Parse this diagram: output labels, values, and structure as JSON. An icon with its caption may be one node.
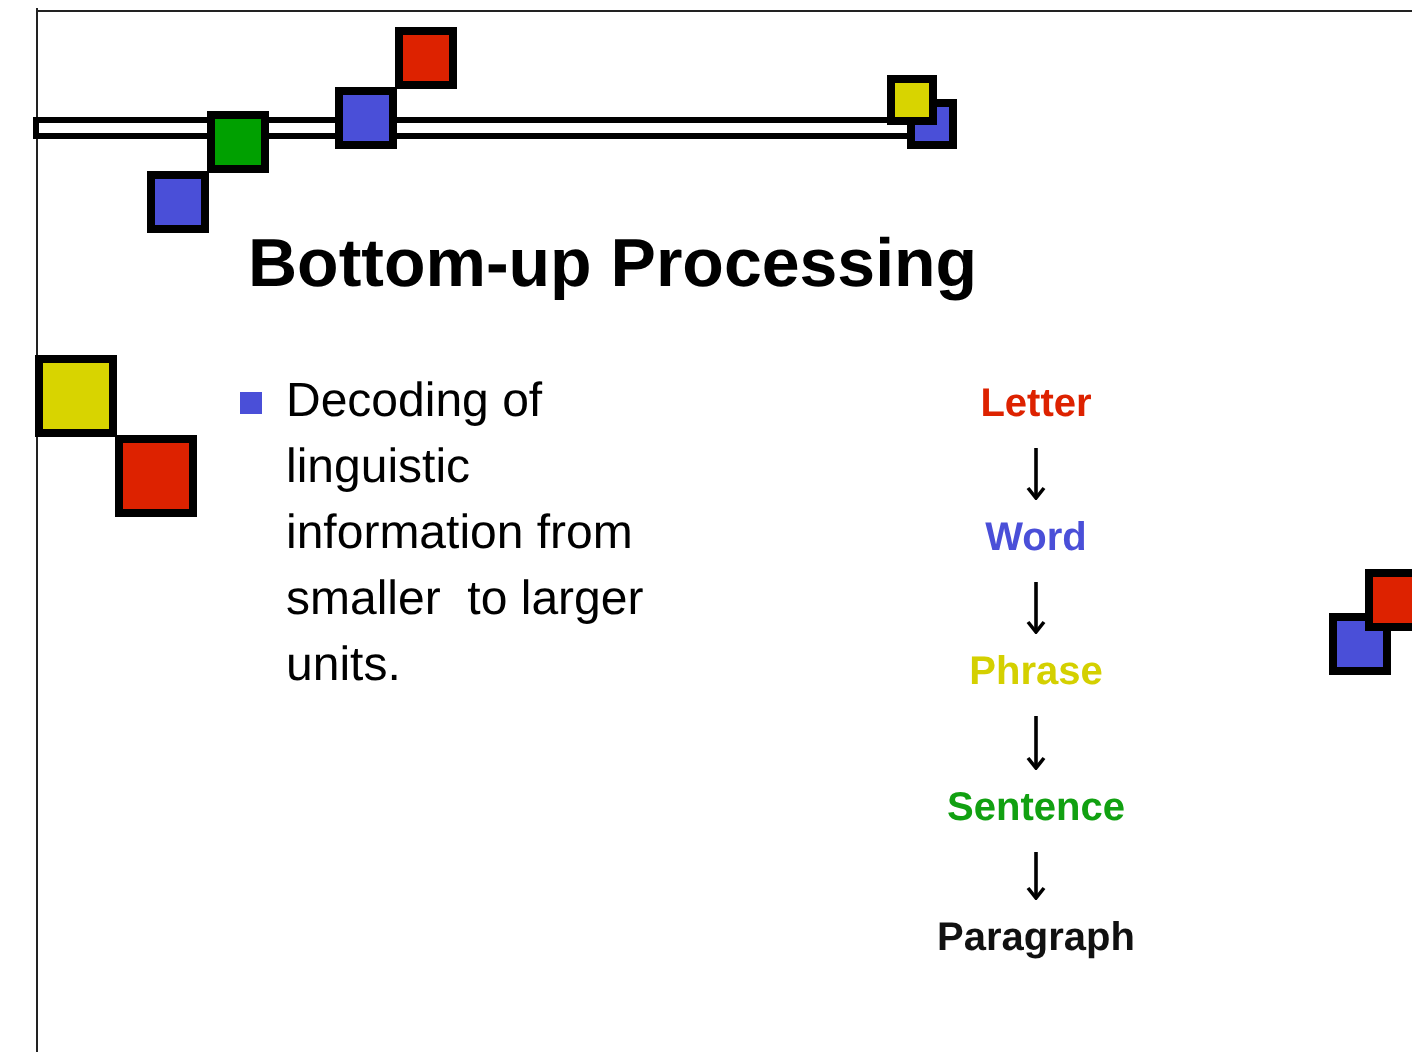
{
  "diagram": {
    "title": "Bottom-up Processing",
    "nodes": [
      {
        "text": [
          "Letter"
        ]
      },
      {
        "text": [
          "Word"
        ]
      },
      {
        "text": [
          "Phrase"
        ]
      },
      {
        "text": [
          "Sentence"
        ]
      },
      {
        "text": [
          "Paragraph"
        ]
      }
    ],
    "edges": [
      {
        "from": 0,
        "to": 1,
        "arrow": "to"
      },
      {
        "from": 1,
        "to": 2,
        "arrow": "to"
      },
      {
        "from": 2,
        "to": 3,
        "arrow": "to"
      },
      {
        "from": 3,
        "to": 4,
        "arrow": "to"
      }
    ],
    "labels": [
      "Decoding of linguistic information from smaller  to larger units."
    ]
  }
}
